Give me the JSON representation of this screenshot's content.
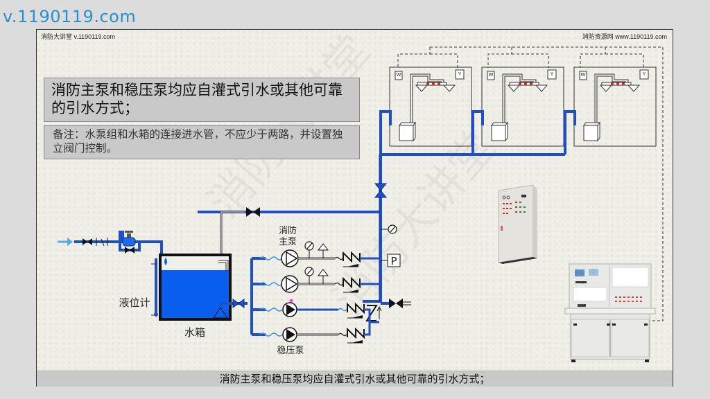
{
  "site_url": "v.1190119.com",
  "slide": {
    "header_left": "消防大讲堂 v.1190119.com",
    "header_right": "消防资源网 www.1190119.com",
    "title": "消防主泵和稳压泵均应自灌式引水或其他可靠的引水方式；",
    "note": "备注：水泵组和水箱的连接进水管，不应少于两路，并设置独立阀门控制。",
    "caption": "消防主泵和稳压泵均应自灌式引水或其他可靠的引水方式；",
    "watermark": "消防大讲堂"
  },
  "diagram": {
    "labels": {
      "main_pump": [
        "消防",
        "主泵"
      ],
      "jockey_pump": "稳压泵",
      "water_tank": "水箱",
      "level_gauge": "液位计",
      "pressure_switch": "P"
    },
    "sprinkler_zones": [
      {
        "left_tag": "W",
        "right_tag": "Y"
      },
      {
        "left_tag": "W",
        "right_tag": "Y"
      },
      {
        "left_tag": "W",
        "right_tag": "Y"
      }
    ],
    "equipment": [
      "pump-control-cabinet",
      "fire-alarm-control-console"
    ],
    "colors": {
      "pipe": "#1f4fc8",
      "pipe_light": "#3a8fe0",
      "water": "#0a5ff0",
      "inlet_arrow": "#5aa6e8",
      "sprinkler_dot": "#e0201a",
      "status_dot": "#ee44ee",
      "slide_bg": "#f1f0e8",
      "text_box_bg": "#c9c9c9",
      "site_url": "#2a8fd0"
    }
  }
}
